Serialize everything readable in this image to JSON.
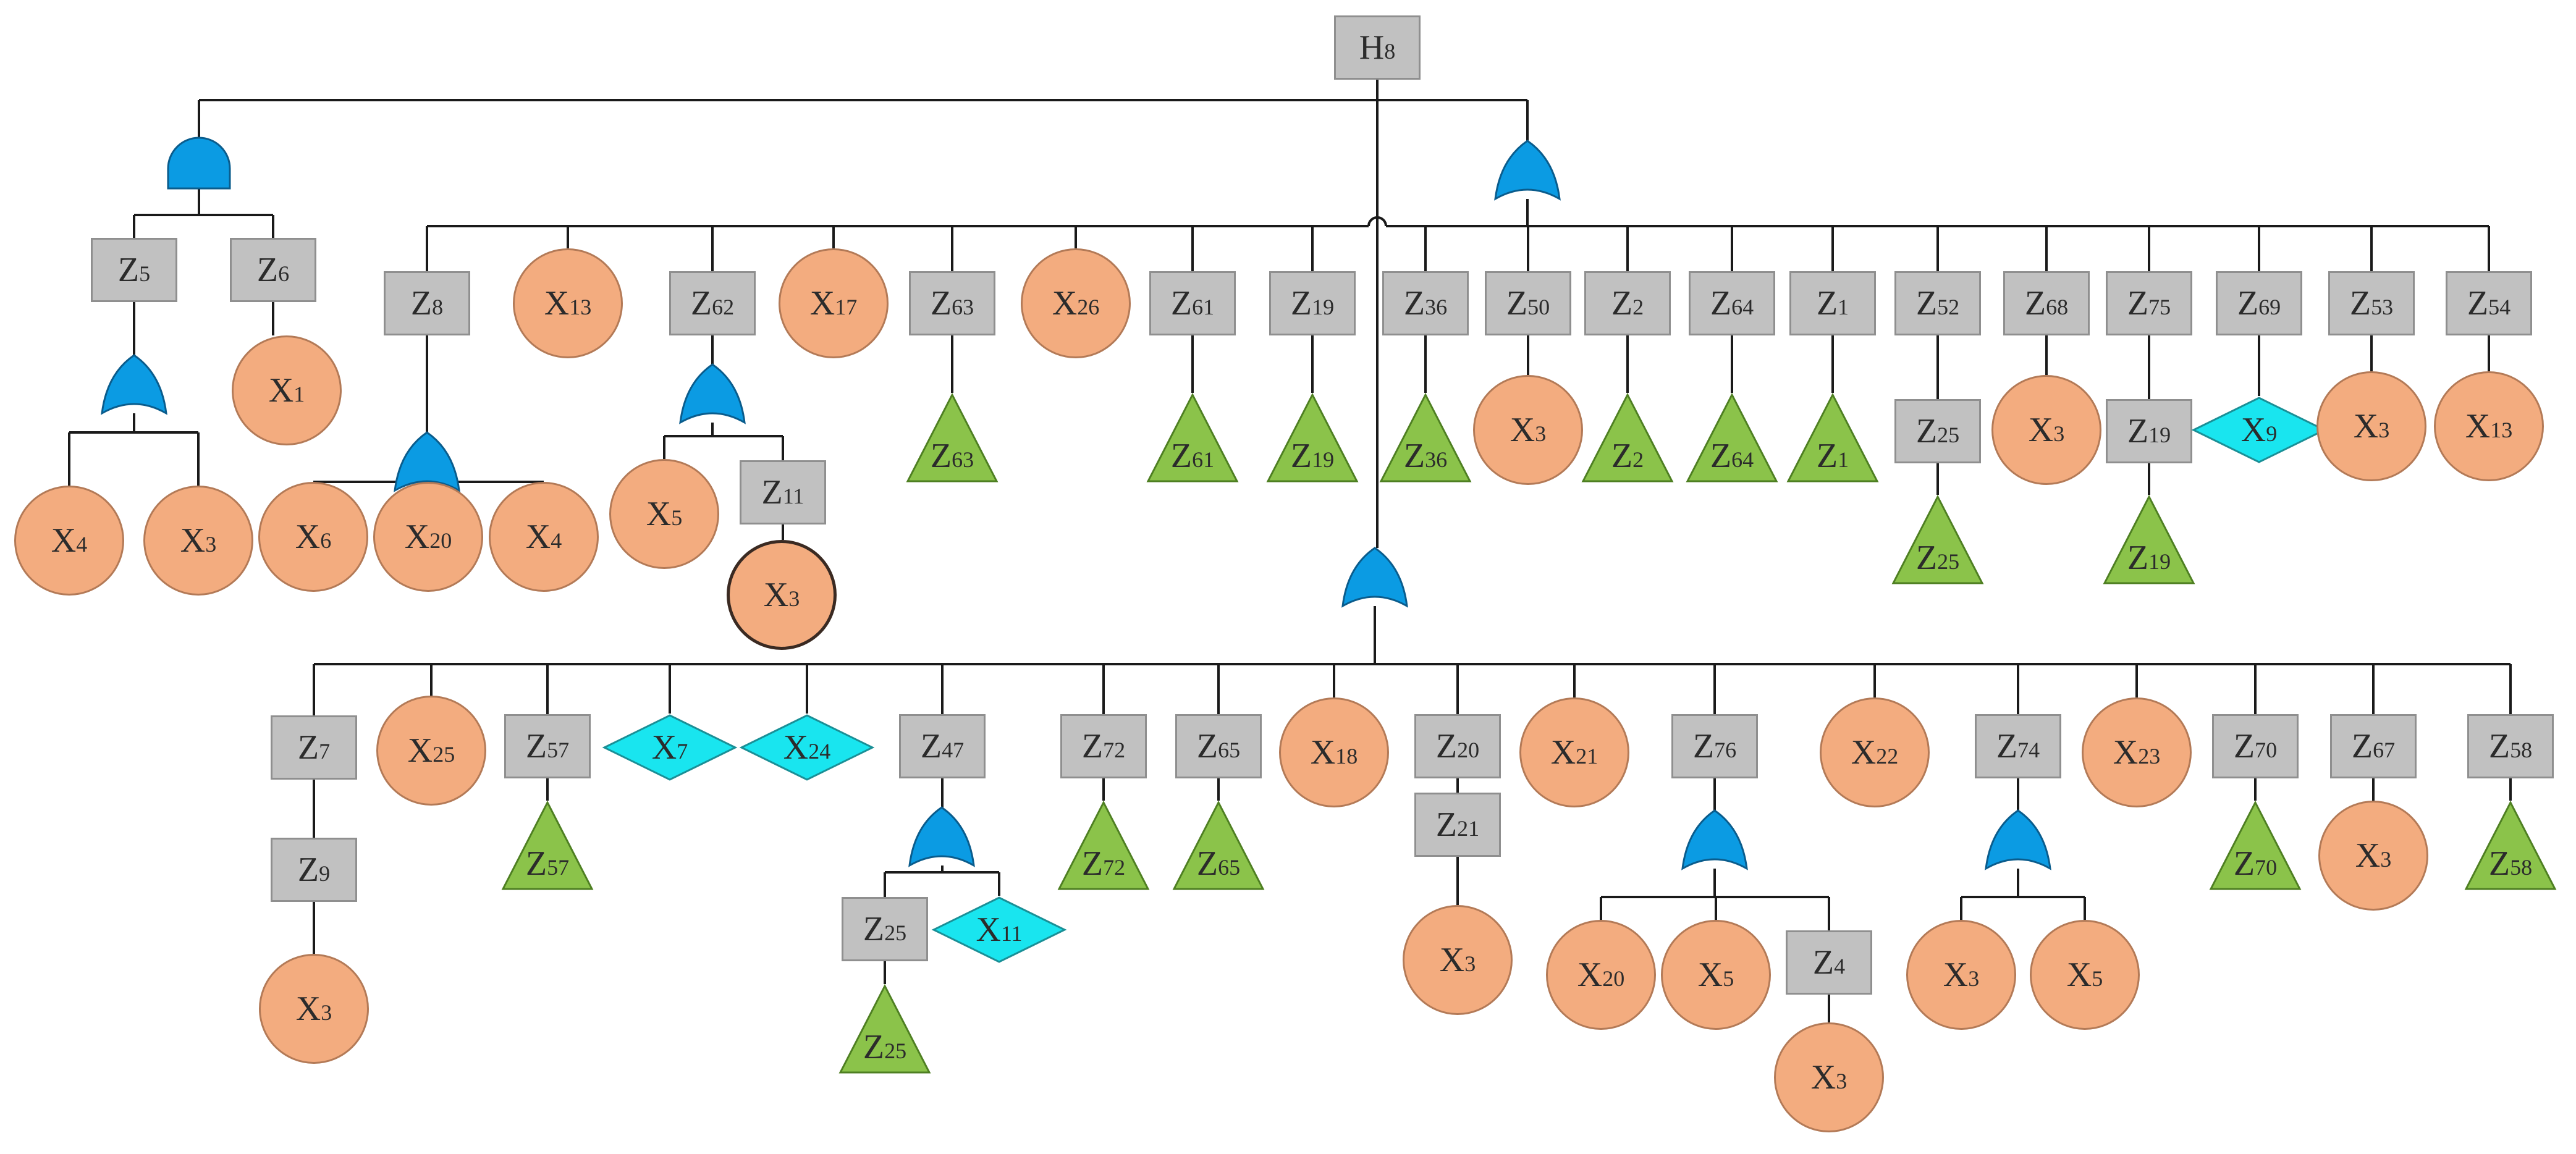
{
  "colors": {
    "line": "#1a1a1a",
    "box_fill": "#c1c1c1",
    "box_border": "#8f8f8f",
    "event_fill": "#f3ac7f",
    "event_border": "#b37a57",
    "transfer_fill": "#8bc34a",
    "transfer_border": "#4e7f22",
    "undeveloped_fill": "#19e5ef",
    "undeveloped_border": "#1a8f96",
    "gate_fill": "#0b9be3",
    "gate_border": "#0a5c8c"
  },
  "nodes": {
    "H8": {
      "kind": "box",
      "main": "H",
      "sub": "8"
    },
    "Z5": {
      "kind": "box",
      "main": "Z",
      "sub": "5"
    },
    "Z6": {
      "kind": "box",
      "main": "Z",
      "sub": "6"
    },
    "X1": {
      "kind": "circle",
      "main": "X",
      "sub": "1"
    },
    "X4a": {
      "kind": "circle",
      "main": "X",
      "sub": "4"
    },
    "X3a": {
      "kind": "circle",
      "main": "X",
      "sub": "3"
    },
    "Z8": {
      "kind": "box",
      "main": "Z",
      "sub": "8"
    },
    "X6": {
      "kind": "circle",
      "main": "X",
      "sub": "6"
    },
    "X20a": {
      "kind": "circle",
      "main": "X",
      "sub": "20"
    },
    "X4b": {
      "kind": "circle",
      "main": "X",
      "sub": "4"
    },
    "X13a": {
      "kind": "circle",
      "main": "X",
      "sub": "13"
    },
    "Z62": {
      "kind": "box",
      "main": "Z",
      "sub": "62"
    },
    "X5a": {
      "kind": "circle",
      "main": "X",
      "sub": "5"
    },
    "Z11": {
      "kind": "box",
      "main": "Z",
      "sub": "11"
    },
    "X3b": {
      "kind": "circle",
      "main": "X",
      "sub": "3"
    },
    "X17": {
      "kind": "circle",
      "main": "X",
      "sub": "17"
    },
    "Z63": {
      "kind": "box",
      "main": "Z",
      "sub": "63"
    },
    "T63": {
      "kind": "triangle",
      "main": "Z",
      "sub": "63"
    },
    "X26": {
      "kind": "circle",
      "main": "X",
      "sub": "26"
    },
    "Z61": {
      "kind": "box",
      "main": "Z",
      "sub": "61"
    },
    "T61": {
      "kind": "triangle",
      "main": "Z",
      "sub": "61"
    },
    "Z19a": {
      "kind": "box",
      "main": "Z",
      "sub": "19"
    },
    "T19a": {
      "kind": "triangle",
      "main": "Z",
      "sub": "19"
    },
    "Z36": {
      "kind": "box",
      "main": "Z",
      "sub": "36"
    },
    "T36": {
      "kind": "triangle",
      "main": "Z",
      "sub": "36"
    },
    "Z50": {
      "kind": "box",
      "main": "Z",
      "sub": "50"
    },
    "X3c": {
      "kind": "circle",
      "main": "X",
      "sub": "3"
    },
    "Z2": {
      "kind": "box",
      "main": "Z",
      "sub": "2"
    },
    "T2": {
      "kind": "triangle",
      "main": "Z",
      "sub": "2"
    },
    "Z64": {
      "kind": "box",
      "main": "Z",
      "sub": "64"
    },
    "T64": {
      "kind": "triangle",
      "main": "Z",
      "sub": "64"
    },
    "Z1": {
      "kind": "box",
      "main": "Z",
      "sub": "1"
    },
    "T1": {
      "kind": "triangle",
      "main": "Z",
      "sub": "1"
    },
    "Z52": {
      "kind": "box",
      "main": "Z",
      "sub": "52"
    },
    "Z25a": {
      "kind": "box",
      "main": "Z",
      "sub": "25"
    },
    "T25a": {
      "kind": "triangle",
      "main": "Z",
      "sub": "25"
    },
    "Z68": {
      "kind": "box",
      "main": "Z",
      "sub": "68"
    },
    "X3d": {
      "kind": "circle",
      "main": "X",
      "sub": "3"
    },
    "Z75": {
      "kind": "box",
      "main": "Z",
      "sub": "75"
    },
    "Z19b": {
      "kind": "box",
      "main": "Z",
      "sub": "19"
    },
    "T19b": {
      "kind": "triangle",
      "main": "Z",
      "sub": "19"
    },
    "Z69": {
      "kind": "box",
      "main": "Z",
      "sub": "69"
    },
    "D9": {
      "kind": "diamond",
      "main": "X",
      "sub": "9"
    },
    "Z53": {
      "kind": "box",
      "main": "Z",
      "sub": "53"
    },
    "X3e": {
      "kind": "circle",
      "main": "X",
      "sub": "3"
    },
    "Z54": {
      "kind": "box",
      "main": "Z",
      "sub": "54"
    },
    "X13b": {
      "kind": "circle",
      "main": "X",
      "sub": "13"
    },
    "Z7": {
      "kind": "box",
      "main": "Z",
      "sub": "7"
    },
    "Z9": {
      "kind": "box",
      "main": "Z",
      "sub": "9"
    },
    "X3f": {
      "kind": "circle",
      "main": "X",
      "sub": "3"
    },
    "X25": {
      "kind": "circle",
      "main": "X",
      "sub": "25"
    },
    "Z57": {
      "kind": "box",
      "main": "Z",
      "sub": "57"
    },
    "T57": {
      "kind": "triangle",
      "main": "Z",
      "sub": "57"
    },
    "D7": {
      "kind": "diamond",
      "main": "X",
      "sub": "7"
    },
    "D24": {
      "kind": "diamond",
      "main": "X",
      "sub": "24"
    },
    "Z47": {
      "kind": "box",
      "main": "Z",
      "sub": "47"
    },
    "Z25b": {
      "kind": "box",
      "main": "Z",
      "sub": "25"
    },
    "T25b": {
      "kind": "triangle",
      "main": "Z",
      "sub": "25"
    },
    "D11": {
      "kind": "diamond",
      "main": "X",
      "sub": "11"
    },
    "Z72": {
      "kind": "box",
      "main": "Z",
      "sub": "72"
    },
    "T72": {
      "kind": "triangle",
      "main": "Z",
      "sub": "72"
    },
    "Z65": {
      "kind": "box",
      "main": "Z",
      "sub": "65"
    },
    "T65": {
      "kind": "triangle",
      "main": "Z",
      "sub": "65"
    },
    "X18": {
      "kind": "circle",
      "main": "X",
      "sub": "18"
    },
    "Z20": {
      "kind": "box",
      "main": "Z",
      "sub": "20"
    },
    "Z21": {
      "kind": "box",
      "main": "Z",
      "sub": "21"
    },
    "X3g": {
      "kind": "circle",
      "main": "X",
      "sub": "3"
    },
    "X21": {
      "kind": "circle",
      "main": "X",
      "sub": "21"
    },
    "Z76": {
      "kind": "box",
      "main": "Z",
      "sub": "76"
    },
    "X20b": {
      "kind": "circle",
      "main": "X",
      "sub": "20"
    },
    "X5b": {
      "kind": "circle",
      "main": "X",
      "sub": "5"
    },
    "Z4": {
      "kind": "box",
      "main": "Z",
      "sub": "4"
    },
    "X3h": {
      "kind": "circle",
      "main": "X",
      "sub": "3"
    },
    "X22": {
      "kind": "circle",
      "main": "X",
      "sub": "22"
    },
    "Z74": {
      "kind": "box",
      "main": "Z",
      "sub": "74"
    },
    "X3i": {
      "kind": "circle",
      "main": "X",
      "sub": "3"
    },
    "X5c": {
      "kind": "circle",
      "main": "X",
      "sub": "5"
    },
    "X23": {
      "kind": "circle",
      "main": "X",
      "sub": "23"
    },
    "Z70": {
      "kind": "box",
      "main": "Z",
      "sub": "70"
    },
    "T70": {
      "kind": "triangle",
      "main": "Z",
      "sub": "70"
    },
    "Z67": {
      "kind": "box",
      "main": "Z",
      "sub": "67"
    },
    "X3j": {
      "kind": "circle",
      "main": "X",
      "sub": "3"
    },
    "Z58": {
      "kind": "box",
      "main": "Z",
      "sub": "58"
    },
    "T58": {
      "kind": "triangle",
      "main": "Z",
      "sub": "58"
    }
  }
}
